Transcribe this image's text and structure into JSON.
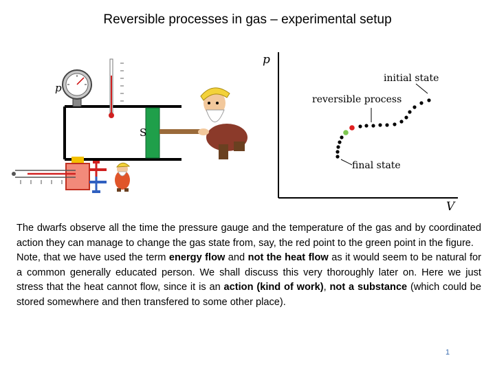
{
  "title": "Reversible processes in gas – experimental setup",
  "apparatus": {
    "gauge_label": "p",
    "piston_label": "S"
  },
  "diagram": {
    "axis_p": "p",
    "axis_v": "V",
    "label_initial": "initial state",
    "label_process": "reversible process",
    "label_final": "final state",
    "colors": {
      "red_point": "#e02020",
      "green_point": "#7ec850",
      "dots": "#000000"
    }
  },
  "body": {
    "p1": "The dwarfs observe all the time the pressure gauge and the temperature of the gas and by coordinated action they can manage to change the gas state from, say, the red point to the green point in the figure.",
    "p2_part1": "Note, that we have used the term ",
    "p2_bold1": "energy flow",
    "p2_part2": " and ",
    "p2_bold2": "not the heat flow",
    "p2_part3": " as it would seem to be natural for a common generally educated person. We shall discuss this very thoroughly later on. Here we just stress that the heat cannot flow, since it is an ",
    "p2_bold3": "action (kind of work)",
    "p2_part4": ", ",
    "p2_bold4": "not a substance",
    "p2_part5": " (which could be stored somewhere and then transfered to some other place)."
  },
  "page_number": "1"
}
